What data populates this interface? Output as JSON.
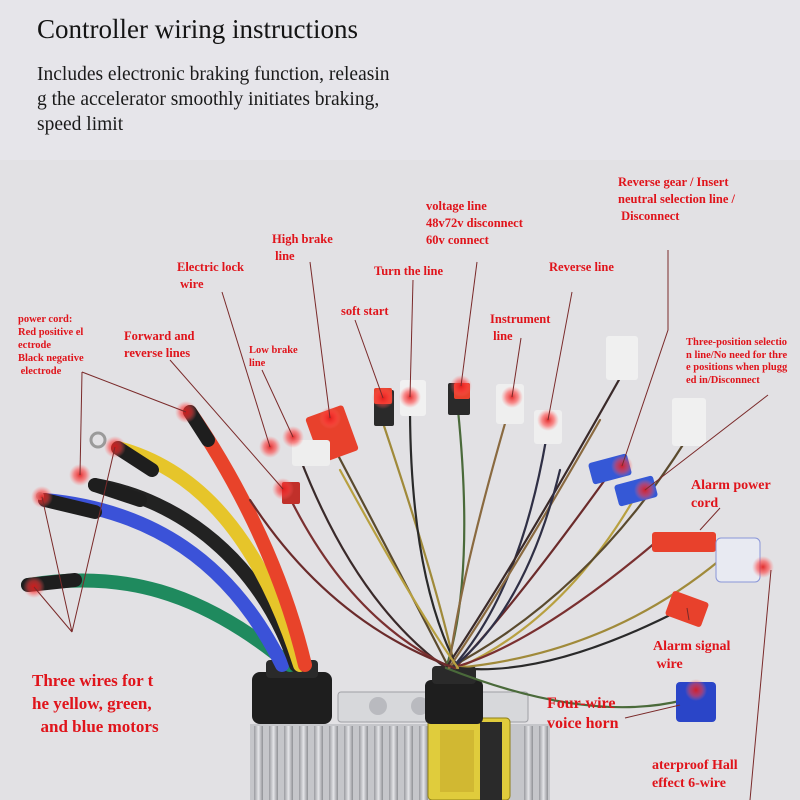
{
  "header": {
    "title": "Controller wiring instructions",
    "subtitle": "Includes electronic braking function, releasin\ng the accelerator smoothly initiates braking,\nspeed limit"
  },
  "labels": {
    "power_cord": "power cord:\nRed positive el\nectrode\nBlack negative\n electrode",
    "forward_reverse": "Forward and\nreverse lines",
    "electric_lock": "Electric lock\n wire",
    "low_brake": "Low brake\nline",
    "high_brake": "High brake\n line",
    "soft_start": "soft start",
    "turn_line": "Turn the line",
    "voltage_line": "voltage line\n48v72v disconnect\n60v connect",
    "instrument_line": "Instrument\n line",
    "reverse_line": "Reverse line",
    "reverse_gear": "Reverse gear / Insert\nneutral selection line /\n Disconnect",
    "three_position": "Three-position selectio\nn line/No need for thre\ne positions when plugg\ned in/Disconnect",
    "alarm_power": "Alarm power\ncord",
    "alarm_signal": "Alarm signal\n wire",
    "voice_horn": "Four-wire\nvoice horn",
    "hall_effect": "aterproof Hall\neffect 6-wire",
    "motor_wires": "Three wires for t\nhe yellow, green,\n  and blue motors"
  },
  "colors": {
    "background": "#e6e5ea",
    "label_red": "#e0141b",
    "leader_line": "#7a2a2a",
    "wire_red": "#e8432a",
    "wire_yellow": "#e6c52a",
    "wire_black": "#222222",
    "wire_blue": "#3b52d8",
    "wire_green": "#1f8a5e",
    "connector_red": "#e8412c",
    "connector_blue": "#3558d6",
    "controller_metal": "#c9cace",
    "gland_black": "#1e1e1e",
    "sticker_yellow": "#e0cc3c"
  }
}
